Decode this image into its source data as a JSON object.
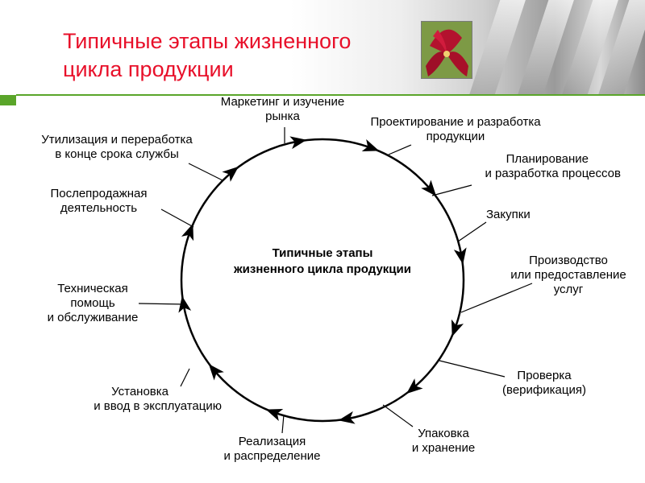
{
  "slide": {
    "title_lines": [
      "Типичные этапы жизненного",
      "цикла продукции"
    ]
  },
  "colors": {
    "title": "#e8102a",
    "accent": "#5aa52a",
    "line": "#000000"
  },
  "diagram": {
    "center_lines": [
      "Типичные этапы",
      "жизненного цикла продукции"
    ],
    "stages": [
      {
        "lines": [
          "Маркетинг и изучение",
          "рынка"
        ]
      },
      {
        "lines": [
          "Проектирование и разработка",
          "продукции"
        ]
      },
      {
        "lines": [
          "Планирование",
          "и разработка процессов"
        ]
      },
      {
        "lines": [
          "Закупки"
        ]
      },
      {
        "lines": [
          "Производство",
          "или предоставление",
          "услуг"
        ]
      },
      {
        "lines": [
          "Проверка",
          "(верификация)"
        ]
      },
      {
        "lines": [
          "Упаковка",
          "и хранение"
        ]
      },
      {
        "lines": [
          "Реализация",
          "и распределение"
        ]
      },
      {
        "lines": [
          "Установка",
          "и ввод в эксплуатацию"
        ]
      },
      {
        "lines": [
          "Техническая",
          "помощь",
          "и обслуживание"
        ]
      },
      {
        "lines": [
          "Послепродажная",
          "деятельность"
        ]
      },
      {
        "lines": [
          "Утилизация и переработка",
          "в конце срока службы"
        ]
      }
    ]
  }
}
